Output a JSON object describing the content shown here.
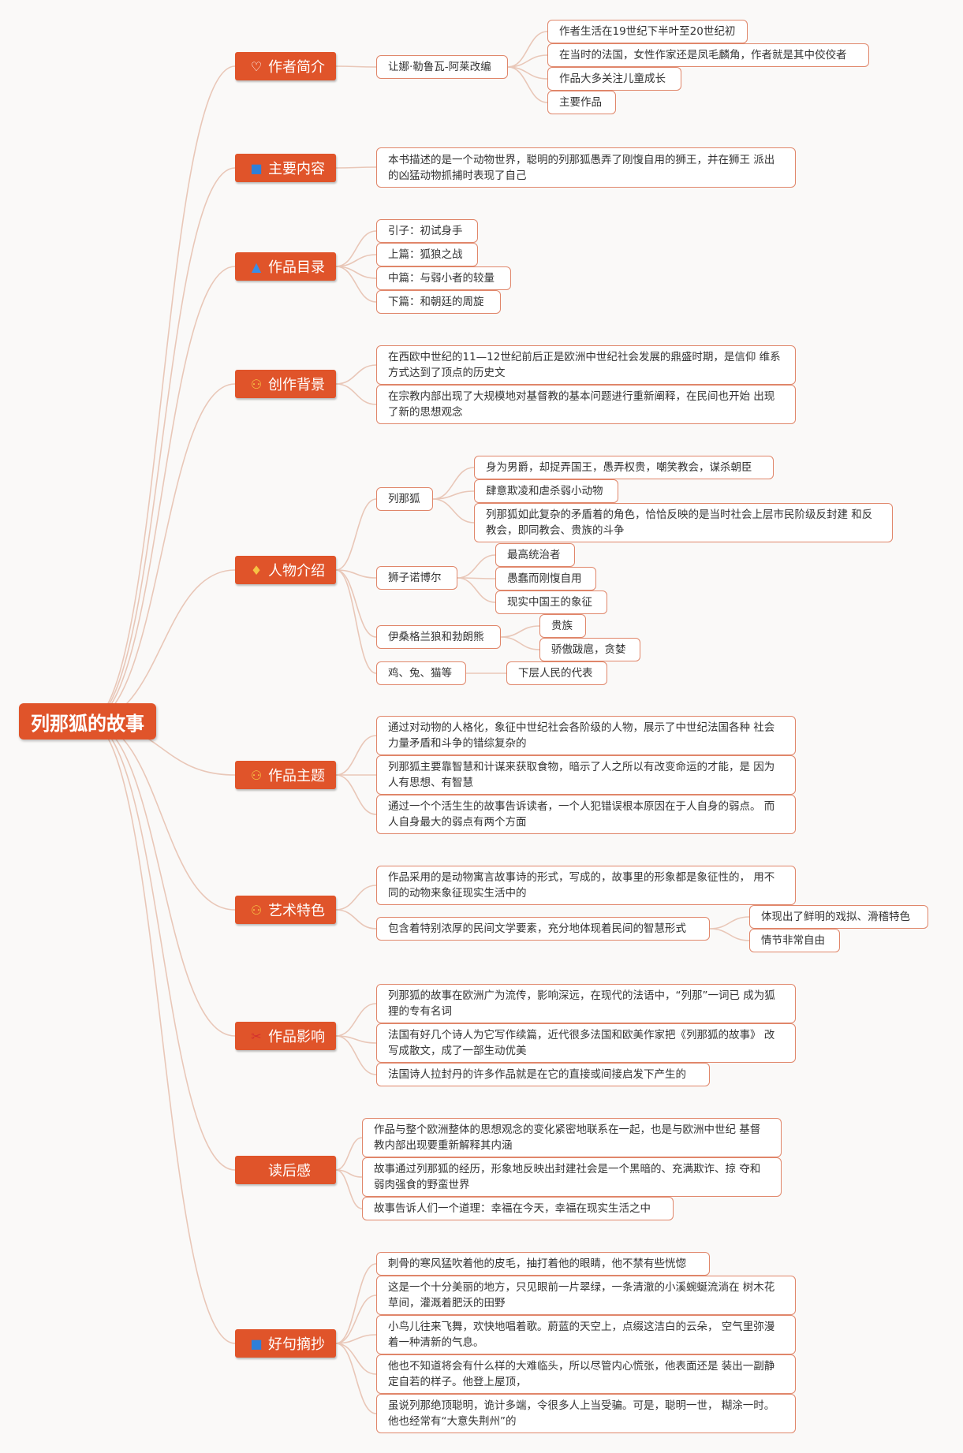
{
  "root": "列那狐的故事",
  "branches": {
    "author": {
      "label": "作者简介",
      "icon": "♡"
    },
    "content": {
      "label": "主要内容",
      "icon": "■"
    },
    "catalog": {
      "label": "作品目录",
      "icon": "▲"
    },
    "background": {
      "label": "创作背景",
      "icon": "⚇"
    },
    "characters": {
      "label": "人物介绍",
      "icon": "♦"
    },
    "theme": {
      "label": "作品主题",
      "icon": "⚇"
    },
    "art": {
      "label": "艺术特色",
      "icon": "⚇"
    },
    "influence": {
      "label": "作品影响",
      "icon": "✂"
    },
    "reflection": {
      "label": "读后感",
      "icon": ""
    },
    "quotes": {
      "label": "好句摘抄",
      "icon": "■"
    }
  },
  "author": {
    "name": "让娜·勒鲁瓦-阿莱改编",
    "facts": [
      "作者生活在19世纪下半叶至20世纪初",
      "在当时的法国，女性作家还是凤毛麟角，作者就是其中佼佼者",
      "作品大多关注儿童成长",
      "主要作品"
    ]
  },
  "content": "本书描述的是一个动物世界，聪明的列那狐愚弄了刚愎自用的狮王，并在狮王 派出的凶猛动物抓捕时表现了自己",
  "catalog": [
    "引子：初试身手",
    "上篇：狐狼之战",
    "中篇：与弱小者的较量",
    "下篇：和朝廷的周旋"
  ],
  "background": [
    "在西欧中世纪的11—12世纪前后正是欧洲中世纪社会发展的鼎盛时期，是信仰 维系方式达到了顶点的历史文",
    "在宗教内部出现了大规模地对基督教的基本问题进行重新阐释，在民间也开始 出现了新的思想观念"
  ],
  "characters": {
    "fox": {
      "name": "列那狐",
      "traits": [
        "身为男爵，却捉弄国王，愚弄权贵，嘲笑教会，谋杀朝臣",
        "肆意欺凌和虐杀弱小动物",
        "列那狐如此复杂的矛盾着的角色，恰恰反映的是当时社会上层市民阶级反封建 和反教会，即同教会、贵族的斗争"
      ]
    },
    "lion": {
      "name": "狮子诺博尔",
      "traits": [
        "最高统治者",
        "愚蠢而刚愎自用",
        "现实中国王的象征"
      ]
    },
    "wolf": {
      "name": "伊桑格兰狼和勃朗熊",
      "traits": [
        "贵族",
        "骄傲跋扈，贪婪"
      ]
    },
    "small": {
      "name": "鸡、兔、猫等",
      "traits": [
        "下层人民的代表"
      ]
    }
  },
  "theme": [
    "通过对动物的人格化，象征中世纪社会各阶级的人物，展示了中世纪法国各种 社会力量矛盾和斗争的错综复杂的",
    "列那狐主要靠智慧和计谋来获取食物，暗示了人之所以有改变命运的才能，是 因为人有思想、有智慧",
    "通过一个个活生生的故事告诉读者，一个人犯错误根本原因在于人自身的弱点。 而人自身最大的弱点有两个方面"
  ],
  "art": {
    "items": [
      "作品采用的是动物寓言故事诗的形式，写成的，故事里的形象都是象征性的， 用不同的动物来象征现实生活中的",
      "包含着特别浓厚的民间文学要素，充分地体现着民间的智慧形式"
    ],
    "sub": [
      "体现出了鲜明的戏拟、滑稽特色",
      "情节非常自由"
    ]
  },
  "influence": [
    "列那狐的故事在欧洲广为流传，影响深远，在现代的法语中，“列那”一词已 成为狐狸的专有名词",
    "法国有好几个诗人为它写作续篇，近代很多法国和欧美作家把《列那狐的故事》 改写成散文，成了一部生动优美",
    "法国诗人拉封丹的许多作品就是在它的直接或间接启发下产生的"
  ],
  "reflection": [
    "作品与整个欧洲整体的思想观念的变化紧密地联系在一起，也是与欧洲中世纪 基督教内部出现要重新解释其内涵",
    "故事通过列那狐的经历，形象地反映出封建社会是一个黑暗的、充满欺诈、掠 夺和弱肉强食的野蛮世界",
    "故事告诉人们一个道理：幸福在今天，幸福在现实生活之中"
  ],
  "quotes": [
    "刺骨的寒风猛吹着他的皮毛，抽打着他的眼睛，他不禁有些恍惚",
    "这是一个十分美丽的地方，只见眼前一片翠绿，一条清澈的小溪蜿蜒流淌在 树木花草间，灌溉着肥沃的田野",
    "小鸟儿往来飞舞，欢快地唱着歌。蔚蓝的天空上，点缀这洁白的云朵， 空气里弥漫着一种清新的气息。",
    "他也不知道将会有什么样的大难临头，所以尽管内心慌张，他表面还是 装出一副静定自若的样子。他登上屋顶，",
    "虽说列那绝顶聪明，诡计多端，令很多人上当受骗。可是，聪明一世， 糊涂一时。他也经常有“大意失荆州”的"
  ],
  "colors": {
    "accent": "#e0542a",
    "leaf_border": "#e0866a",
    "line": "#e9c7b8"
  }
}
